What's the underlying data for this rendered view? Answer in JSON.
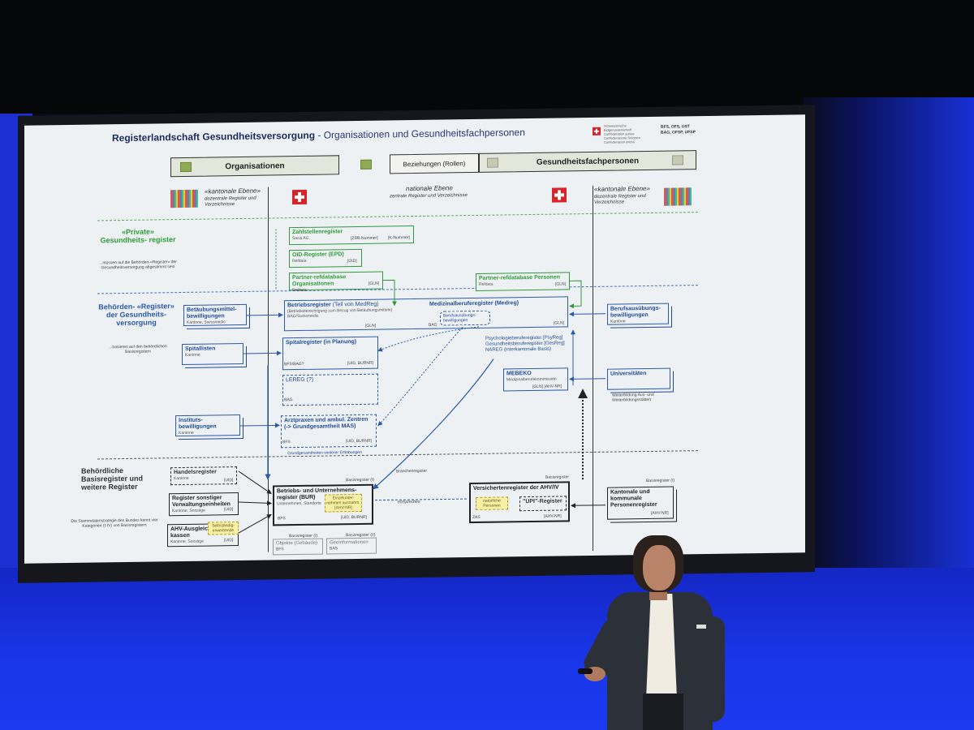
{
  "slide": {
    "title_bold": "Registerlandschaft Gesundheitsversorgung",
    "title_rest": " - Organisationen und Gesundheitsfachpersonen",
    "fed_lines": "Schweizerische Eidgenossenschaft Confédération suisse Confederazione Svizzera Confederaziun svizra",
    "fed_orgs_1": "BFS, OFS, UST",
    "fed_orgs_2": "BAG, OFSP, UFSP",
    "hdr_org": "Organisationen",
    "hdr_rel": "Beziehungen (Rollen)",
    "hdr_gfp": "Gesundheitsfachpersonen",
    "kant_left_title": "«kantonale Ebene»",
    "kant_left_sub": "dezentrale Register und Verzeichnisse",
    "nat_title": "nationale Ebene",
    "nat_sub": "zentrale Register und Verzeichnisse",
    "kant_right_title": "«kantonale Ebene»",
    "kant_right_sub": "dezentrale Register und Verzeichnisse",
    "sec_private": "«Private» Gesundheits- register",
    "sec_private_note": "...müssen auf die Behörden-«Register» der Gesundheitsversorgung abgestimmt sein",
    "sec_behoerden": "Behörden- «Register» der Gesundheits- versorgung",
    "sec_behoerden_note": "...basieren auf den behördlichen Basisregistern",
    "sec_basis": "Behördliche Basisregister und weitere Register",
    "sec_basis_note": "Die Stammdatenstrategie des Bundes kennt vier Kategorien (I-IV) von Basisregistern",
    "zahlstellen": "Zahlstellenregister",
    "zahlstellen_sub": "Sasis AG",
    "zsr_tag": "[ZSR-Nummer]",
    "knum_tag": "[K-Nummer]",
    "oid": "OID-Register (EPD)",
    "oid_sub": "Refdata",
    "oid_tag": "[OID]",
    "partner_org": "Partner-refdatabase Organisationen",
    "partner_org_sub": "Refdata",
    "partner_org_tag": "[GLN]",
    "partner_pers": "Partner-refdatabase Personen",
    "partner_pers_sub": "Refdata",
    "partner_pers_tag": "[GLN]",
    "betaeubung": "Betäubungsmittel- bewilligungen",
    "betaeubung_sub": "Kantone, Swissmedic",
    "betriebe": "Betriebsregister",
    "betriebe_rest": "(Teil von MedReg)",
    "betriebe_note": "(Betriebsberechtigung zum Bezug von Betäubungsmitteln)",
    "betriebe_sub": "BAG/Swissmedic",
    "betriebe_tag": "[GLN]",
    "medreg": "Medizinalberuferegister (Medreg)",
    "medreg_sub": "BAG",
    "medreg_tag": "[GLN]",
    "berufsausuebung_inner": "Berufsausübungs- bewilligungen",
    "psyreg": "Psychologieberuferegister [PsyReg] Gesundheitsberuferegister [GesReg] NAREG (interkantonale Basis)",
    "berufsausuebung_right": "Berufsausübungs- bewilligungen",
    "berufsausuebung_right_sub": "Kantone",
    "spitallisten": "Spitallisten",
    "spitallisten_sub": "Kantone",
    "spitalregister": "Spitalregister (in Planung)",
    "spitalregister_sub": "BFS/BAG?",
    "spitalregister_tag": "[UID, BURNR]",
    "lereg": "LEREG (?)",
    "lereg_sub": "BAG",
    "mebeko": "MEBEKO",
    "mebeko_note": "Medizinalberufekommission",
    "mebeko_tag": "[GLN]  [AHV-NR]",
    "universitaeten": "Universitäten",
    "universitaeten_sub": "Weiterbildung Aus- und Weiterbildungsstätten",
    "instituts": "Instituts- bewilligungen",
    "instituts_sub": "Kantone",
    "arztpraxen": "Arztpraxen und ambul. Zentren (-> Grundgesamtheit MAS)",
    "arztpraxen_sub": "BFS",
    "arztpraxen_tag": "[UID, BURNR]",
    "grundges": "Grundgesamtheiten weiterer Erhebungen",
    "handels": "Handelsregister",
    "handels_sub": "Kantone",
    "handels_tag": "[UID]",
    "sonstige": "Register sonstiger Verwaltungseinheiten",
    "sonstige_sub": "Kantone, Sonstige",
    "sonstige_tag": "[UID]",
    "ahv_kassen": "AHV-Ausgleichs- kassen",
    "ahv_kassen_sub": "Kantone, Sonstige",
    "ahv_kassen_tag": "[UID]",
    "selbst": "Selbständig- erwerbende",
    "basisreg_1": "Basisregister (I)",
    "bur": "Betriebs- und Unternehmens- register (BUR)",
    "bur_units": "Unternehmen, Standorte",
    "bur_sub": "BFS",
    "bur_tag": "[UID, BURNR]",
    "einzelunt": "Einzelunter- nehmen ausnahm. [AHV-NR]",
    "branchen": "Branchenregister",
    "entsprechen": "entsprechen",
    "basisreg_2": "Basisregister",
    "versicherten": "Versichertenregister der AHV/IV",
    "versicherten_sub": "ZAS",
    "versicherten_tag": "[AHV-NR]",
    "natuerliche": "natürliche Personen",
    "upi": "\"UPI\"-Register",
    "basisreg_3": "Basisregister (I)",
    "kant_pers": "Kantonale und kommunale Personenregister",
    "kant_pers_tag": "[AHV-NR]",
    "gebaeude": "Objekte (Gebäude)",
    "gebaeude_sub": "BFS",
    "gebaeude_lbl": "Basisregister (I)",
    "geo": "Geoinformationen",
    "geo_sub": "BAS",
    "geo_lbl": "Basisregister (II)"
  },
  "colors": {
    "green": "#2e9a3a",
    "blue": "#2a5aa8",
    "dark": "#222222",
    "swiss_red": "#d8232a"
  }
}
